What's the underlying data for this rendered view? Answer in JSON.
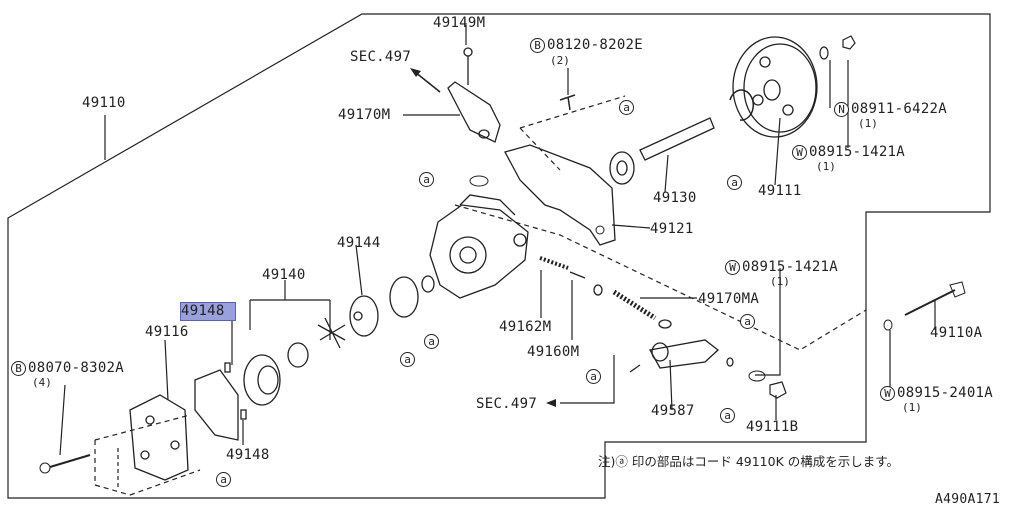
{
  "diagram": {
    "drawing_id": "A490A171",
    "note": "注)ⓐ 印の部品はコード 49110K の構成を示します。",
    "circle_a": "a",
    "labels": {
      "p49149M": "49149M",
      "sec497_top": "SEC.497",
      "p49110": "49110",
      "p49170M": "49170M",
      "bolt_08120_prefix": "B",
      "bolt_08120": "08120-8202E",
      "bolt_08120_qty": "(2)",
      "nut_08911_prefix": "N",
      "nut_08911": "08911-6422A",
      "nut_08911_qty": "(1)",
      "washer_08915_top_prefix": "W",
      "washer_08915_top": "08915-1421A",
      "washer_08915_top_qty": "(1)",
      "p49130": "49130",
      "p49111": "49111",
      "p49121": "49121",
      "p49144": "49144",
      "p49140": "49140",
      "p49148_highlight": "49148",
      "p49116": "49116",
      "bolt_08070_prefix": "B",
      "bolt_08070": "08070-8302A",
      "bolt_08070_qty": "(4)",
      "p49162M": "49162M",
      "p49160M": "49160M",
      "p49170MA": "49170MA",
      "washer_08915_mid_prefix": "W",
      "washer_08915_mid": "08915-1421A",
      "washer_08915_mid_qty": "(1)",
      "p49110A": "49110A",
      "washer_08915_2401_prefix": "W",
      "washer_08915_2401": "08915-2401A",
      "washer_08915_2401_qty": "(1)",
      "sec497_bottom": "SEC.497",
      "p49587": "49587",
      "p49111B": "49111B",
      "p49148_bottom": "49148"
    }
  }
}
